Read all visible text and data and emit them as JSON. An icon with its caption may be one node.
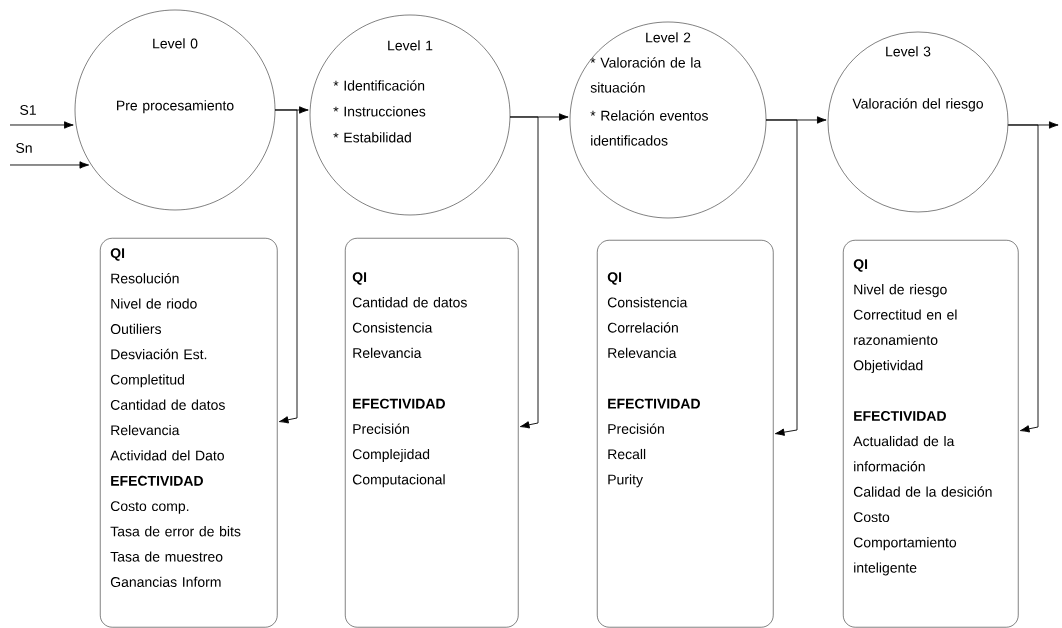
{
  "diagram": {
    "nodes": [
      {
        "text": [
          "Level 0",
          "Pre procesamiento"
        ]
      },
      {
        "text": [
          "Level 1",
          "* Identificación",
          "* Instrucciones",
          "* Estabilidad"
        ]
      },
      {
        "text": [
          "Level 2",
          "* Valoración de la situación",
          "* Relación eventos identificados"
        ]
      },
      {
        "text": [
          "Level 3",
          "Valoración del riesgo"
        ]
      },
      {
        "text": [
          "QI",
          "Resolución",
          "Nivel de riodo",
          "Outiliers",
          "Desviación Est.",
          "Completitud",
          "Cantidad de datos",
          "Relevancia",
          "Actividad del Dato",
          "EFECTIVIDAD",
          "Costo comp.",
          "Tasa de error de bits",
          "Tasa de muestreo",
          "Ganancias Inform"
        ]
      },
      {
        "text": [
          "QI",
          "Cantidad de datos",
          "Consistencia",
          "Relevancia",
          "EFECTIVIDAD",
          "Precisión",
          "Complejidad",
          "Computacional"
        ]
      },
      {
        "text": [
          "QI",
          "Consistencia",
          "Correlación",
          "Relevancia",
          "EFECTIVIDAD",
          "Precisión",
          "Recall",
          "Purity"
        ]
      },
      {
        "text": [
          "QI",
          "Nivel de riesgo",
          "Correctitud en el razonamiento",
          "Objetividad",
          "EFECTIVIDAD",
          "Actualidad de la información",
          "Calidad de la desición",
          "Costo",
          "Comportamiento inteligente"
        ]
      }
    ],
    "edges": [
      {
        "from": null,
        "to": 0,
        "arrow": "to",
        "label": "S1"
      },
      {
        "from": null,
        "to": 0,
        "arrow": "to",
        "label": "Sn"
      },
      {
        "from": 0,
        "to": 1,
        "arrow": "to"
      },
      {
        "from": 1,
        "to": 2,
        "arrow": "to"
      },
      {
        "from": 2,
        "to": 3,
        "arrow": "to"
      },
      {
        "from": 3,
        "to": null,
        "arrow": "to"
      },
      {
        "from": 0,
        "to": 4,
        "arrow": "to"
      },
      {
        "from": 1,
        "to": 5,
        "arrow": "to"
      },
      {
        "from": 2,
        "to": 6,
        "arrow": "to"
      },
      {
        "from": 3,
        "to": 7,
        "arrow": "to"
      }
    ]
  }
}
